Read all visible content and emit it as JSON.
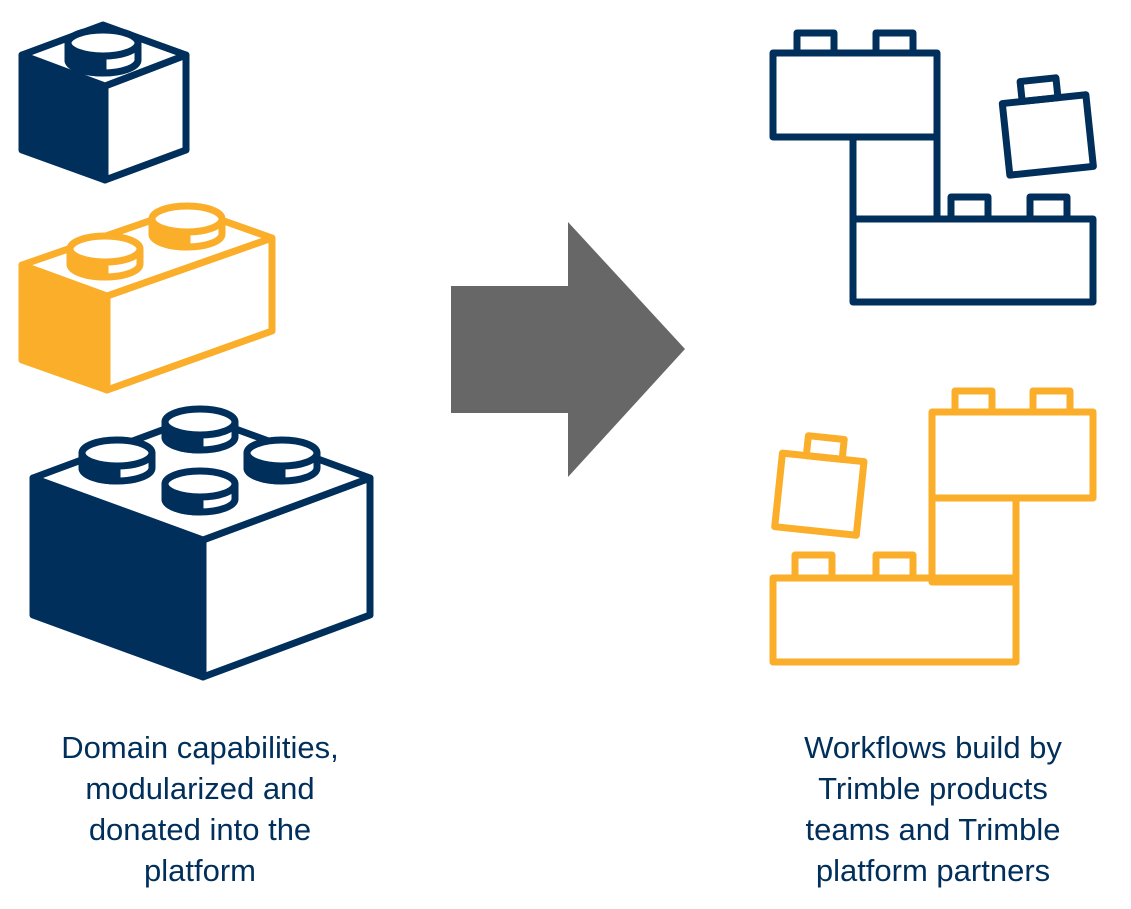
{
  "colors": {
    "navy": "#002f5b",
    "yellow": "#fbae29",
    "arrow": "#676767",
    "text": "#002f5b",
    "background": "#ffffff"
  },
  "icons": {
    "left_bricks": [
      "brick-1x1-navy-icon",
      "brick-2x1-yellow-icon",
      "brick-2x2-navy-icon"
    ],
    "arrow": "arrow-right-icon",
    "right_structures": [
      "navy-brick-structure-icon",
      "yellow-brick-structure-icon"
    ]
  },
  "captions": {
    "left": [
      "Domain capabilities,",
      "modularized and",
      "donated into the",
      "platform"
    ],
    "right": [
      "Workflows build by",
      "Trimble products",
      "teams and Trimble",
      "platform partners"
    ]
  }
}
